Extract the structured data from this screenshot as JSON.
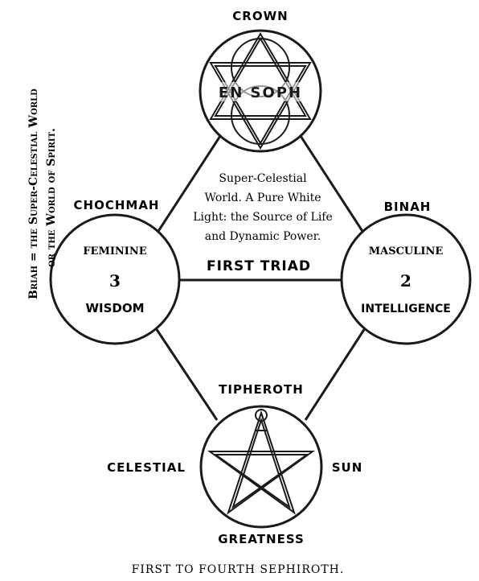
{
  "side_title": {
    "line1": "Briah = the Super-Celestial World",
    "line2": "or the World of Spirit."
  },
  "crown": {
    "label": "CROWN",
    "inner_text": "EN SOPH"
  },
  "center_text": {
    "line1": "Super-Celestial",
    "line2": "World.  A Pure White",
    "line3": "Light: the Source of Life",
    "line4": "and Dynamic Power.",
    "triad_label": "FIRST TRIAD"
  },
  "chochmah": {
    "label": "CHOCHMAH",
    "quality": "FEMININE",
    "number": "3",
    "name": "WISDOM"
  },
  "binah": {
    "label": "BINAH",
    "quality": "MASCULINE",
    "number": "2",
    "name": "INTELLIGENCE"
  },
  "tiphereth": {
    "label": "TIPHEROTH",
    "left": "CELESTIAL",
    "right": "SUN",
    "bottom": "GREATNESS"
  },
  "caption": "FIRST TO FOURTH SEPHIROTH."
}
